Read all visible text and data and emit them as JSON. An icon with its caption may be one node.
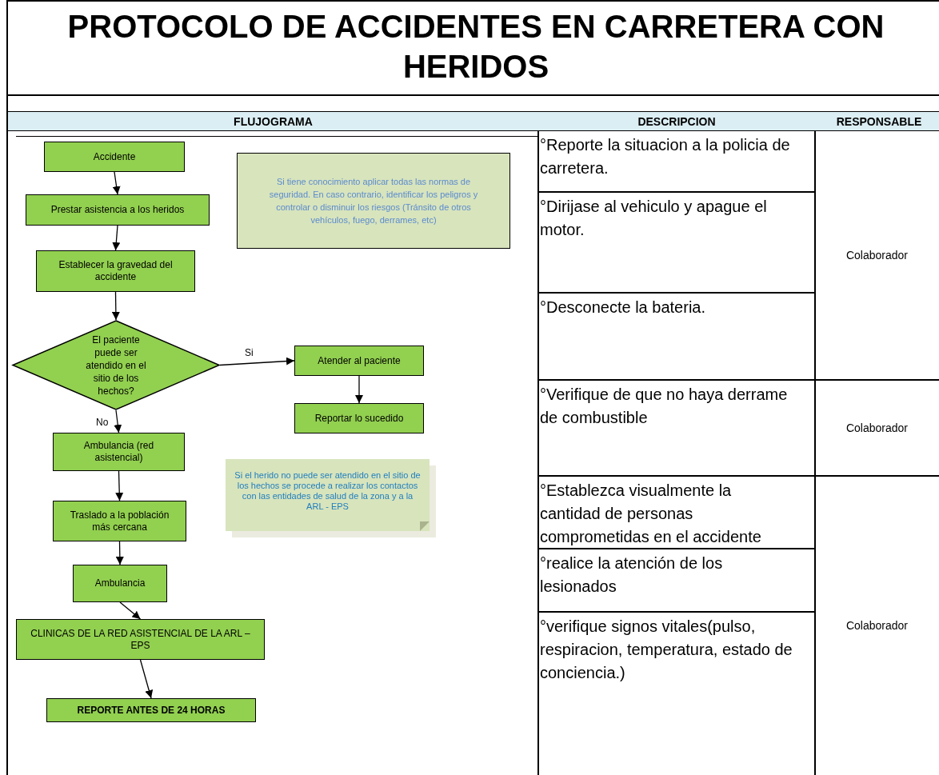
{
  "diagram": {
    "title": "PROTOCOLO DE ACCIDENTES EN CARRETERA CON HERIDOS",
    "nodes": [
      {
        "text": [
          "Accidente"
        ]
      },
      {
        "text": [
          "Prestar asistencia a los heridos"
        ]
      },
      {
        "text": [
          "Establecer la gravedad del accidente"
        ]
      },
      {
        "text": [
          "El paciente puede ser atendido en el sitio de los hechos?"
        ]
      },
      {
        "text": [
          "Atender al paciente"
        ]
      },
      {
        "text": [
          "Reportar lo sucedido"
        ]
      },
      {
        "text": [
          "Ambulancia (red asistencial)"
        ]
      },
      {
        "text": [
          "Traslado a la población más cercana"
        ]
      },
      {
        "text": [
          "Ambulancia"
        ]
      },
      {
        "text": [
          "CLINICAS DE LA RED ASISTENCIAL DE LA ARL – EPS"
        ]
      },
      {
        "text": [
          "REPORTE ANTES DE 24 HORAS"
        ]
      },
      {
        "text": [
          "Si tiene conocimiento aplicar todas las normas de seguridad. En caso contrario, identificar los peligros y controlar o disminuir los riesgos (Tránsito de otros vehículos, fuego, derrames, etc)"
        ]
      },
      {
        "text": [
          "Si el herido no puede ser atendido en el sitio de los hechos se procede a realizar los contactos con las entidades de salud de la zona y a la ARL - EPS"
        ]
      }
    ],
    "edges": [
      {
        "from": 0,
        "to": 1,
        "arrow": "to"
      },
      {
        "from": 1,
        "to": 2,
        "arrow": "to"
      },
      {
        "from": 2,
        "to": 3,
        "arrow": "to"
      },
      {
        "from": 3,
        "to": 4,
        "arrow": "to",
        "label": "Si"
      },
      {
        "from": 4,
        "to": 5,
        "arrow": "to"
      },
      {
        "from": 3,
        "to": 6,
        "arrow": "to",
        "label": "No"
      },
      {
        "from": 6,
        "to": 7,
        "arrow": "to"
      },
      {
        "from": 7,
        "to": 8,
        "arrow": "to"
      },
      {
        "from": 8,
        "to": 9,
        "arrow": "to"
      },
      {
        "from": 9,
        "to": 10,
        "arrow": "to"
      }
    ],
    "labels": [
      "FLUJOGRAMA",
      "DESCRIPCION",
      "RESPONSABLE",
      "°Reporte la situacion a la policia de carretera.",
      "°Dirijase al vehiculo y apague el motor.",
      "Colaborador",
      "°Desconecte la bateria.",
      "°Verifique de que no haya derrame de combustible",
      "Colaborador",
      "°Establezca visualmente la cantidad de personas comprometidas en el accidente",
      "°realice la atención de los lesionados",
      "°verifique signos vitales(pulso, respiracion, temperatura, estado de conciencia.)",
      "Colaborador"
    ]
  }
}
